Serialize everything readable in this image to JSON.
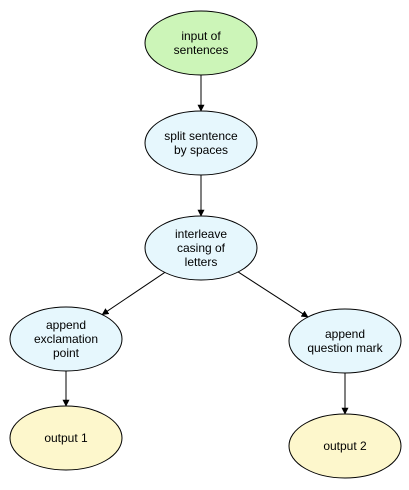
{
  "diagram": {
    "colors": {
      "green_fill": "#ccf5b8",
      "blue_fill": "#e6f7fd",
      "yellow_fill": "#fdf7cc",
      "stroke": "#000000",
      "edge": "#000000"
    },
    "nodes": [
      {
        "id": "input",
        "lines": [
          "input of",
          "sentences"
        ],
        "fill": "green_fill"
      },
      {
        "id": "split",
        "lines": [
          "split sentence",
          "by spaces"
        ],
        "fill": "blue_fill"
      },
      {
        "id": "interleave",
        "lines": [
          "interleave",
          "casing of",
          "letters"
        ],
        "fill": "blue_fill"
      },
      {
        "id": "append-exclamation",
        "lines": [
          "append",
          "exclamation",
          "point"
        ],
        "fill": "blue_fill"
      },
      {
        "id": "append-question",
        "lines": [
          "append",
          "question mark"
        ],
        "fill": "blue_fill"
      },
      {
        "id": "output-1",
        "lines": [
          "output 1"
        ],
        "fill": "yellow_fill"
      },
      {
        "id": "output-2",
        "lines": [
          "output 2"
        ],
        "fill": "yellow_fill"
      }
    ],
    "edges": [
      {
        "from": "input",
        "to": "split"
      },
      {
        "from": "split",
        "to": "interleave"
      },
      {
        "from": "interleave",
        "to": "append-exclamation"
      },
      {
        "from": "interleave",
        "to": "append-question"
      },
      {
        "from": "append-exclamation",
        "to": "output-1"
      },
      {
        "from": "append-question",
        "to": "output-2"
      }
    ]
  }
}
